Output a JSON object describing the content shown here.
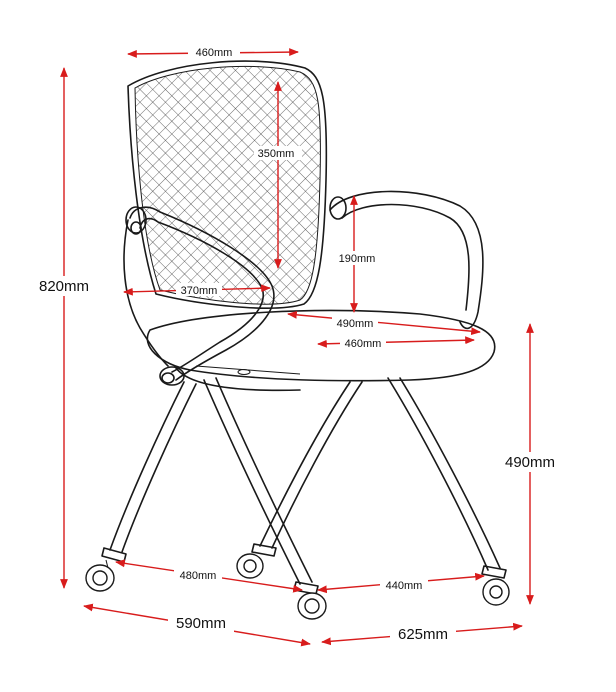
{
  "diagram": {
    "subject": "folding-mesh-chair-dimension-drawing",
    "accent_color": "#d81c1c",
    "line_color": "#1a1a1a",
    "dimensions": {
      "back_width": "460mm",
      "back_height": "350mm",
      "arm_height": "190mm",
      "inner_arm_width": "370mm",
      "seat_width": "490mm",
      "seat_depth": "460mm",
      "overall_height": "820mm",
      "seat_height": "490mm",
      "base_front_span": "480mm",
      "base_side_span": "440mm",
      "overall_width": "590mm",
      "overall_depth": "625mm"
    }
  }
}
